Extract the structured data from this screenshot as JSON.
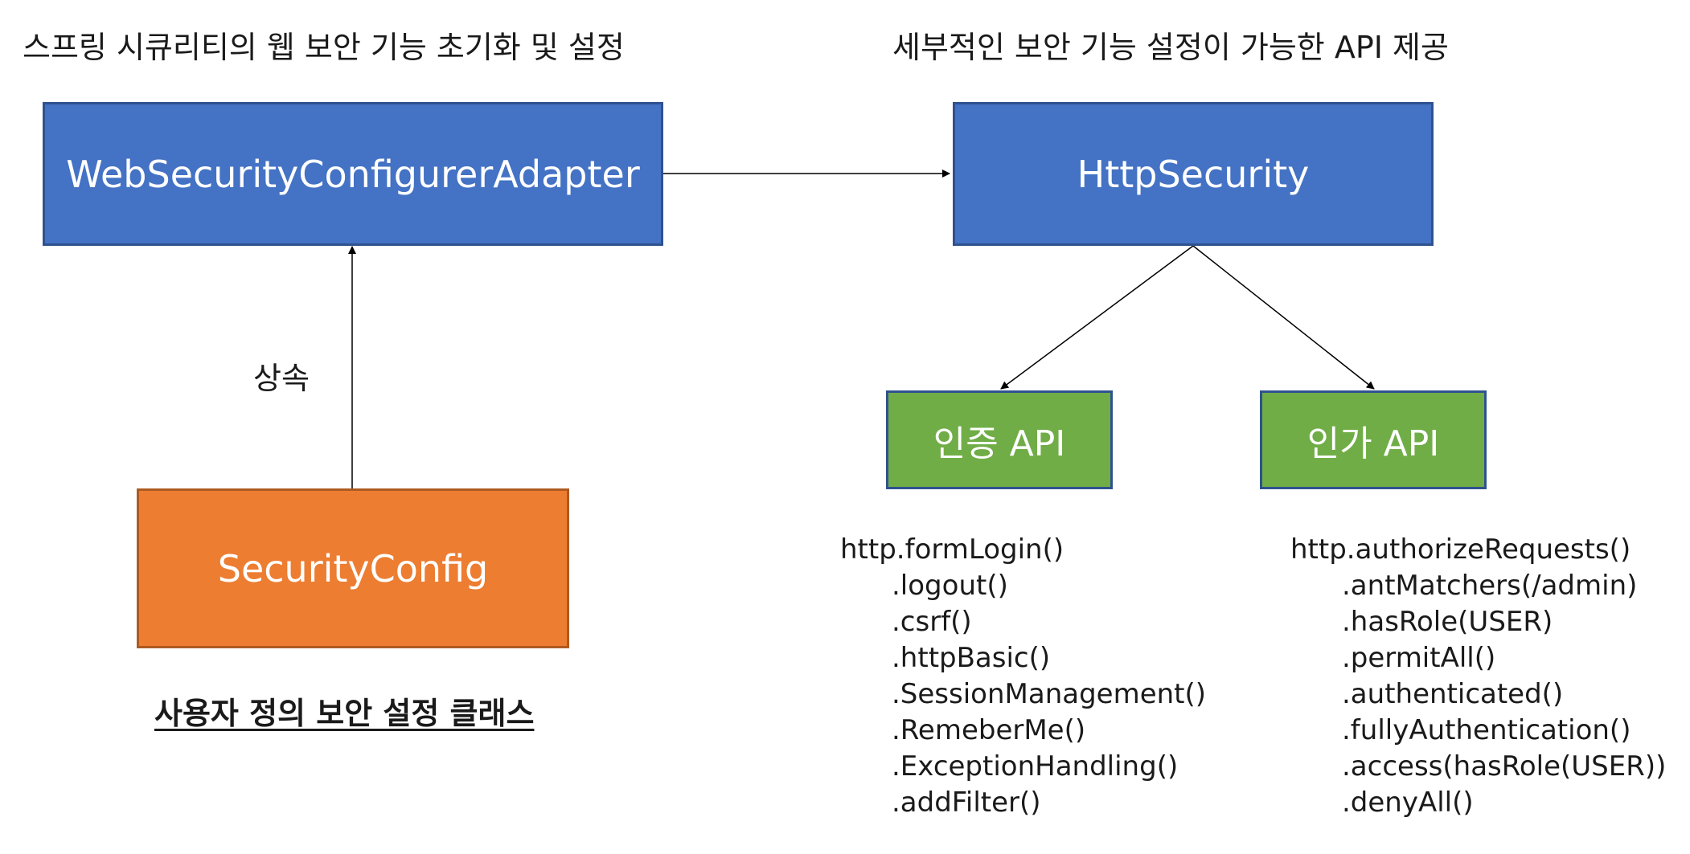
{
  "captions": {
    "left_top": "스프링 시큐리티의 웹 보안 기능 초기화 및 설정",
    "right_top": "세부적인 보안 기능 설정이 가능한 API 제공",
    "inherit": "상속",
    "custom_class": "사용자 정의 보안 설정 클래스"
  },
  "nodes": {
    "adapter": "WebSecurityConfigurerAdapter",
    "http_security": "HttpSecurity",
    "security_config": "SecurityConfig",
    "auth_api": "인증 API",
    "authz_api": "인가 API"
  },
  "auth_code": {
    "head": "http.formLogin()",
    "items": [
      ".logout()",
      ".csrf()",
      ".httpBasic()",
      ".SessionManagement()",
      ".RemeberMe()",
      ".ExceptionHandling()",
      ".addFilter()"
    ]
  },
  "authz_code": {
    "head": "http.authorizeRequests()",
    "items": [
      ".antMatchers(/admin)",
      ".hasRole(USER)",
      ".permitAll()",
      ".authenticated()",
      ".fullyAuthentication()",
      ".access(hasRole(USER))",
      ".denyAll()"
    ]
  },
  "colors": {
    "blue": "#4472c4",
    "orange": "#ed7d31",
    "green": "#70ad47"
  }
}
